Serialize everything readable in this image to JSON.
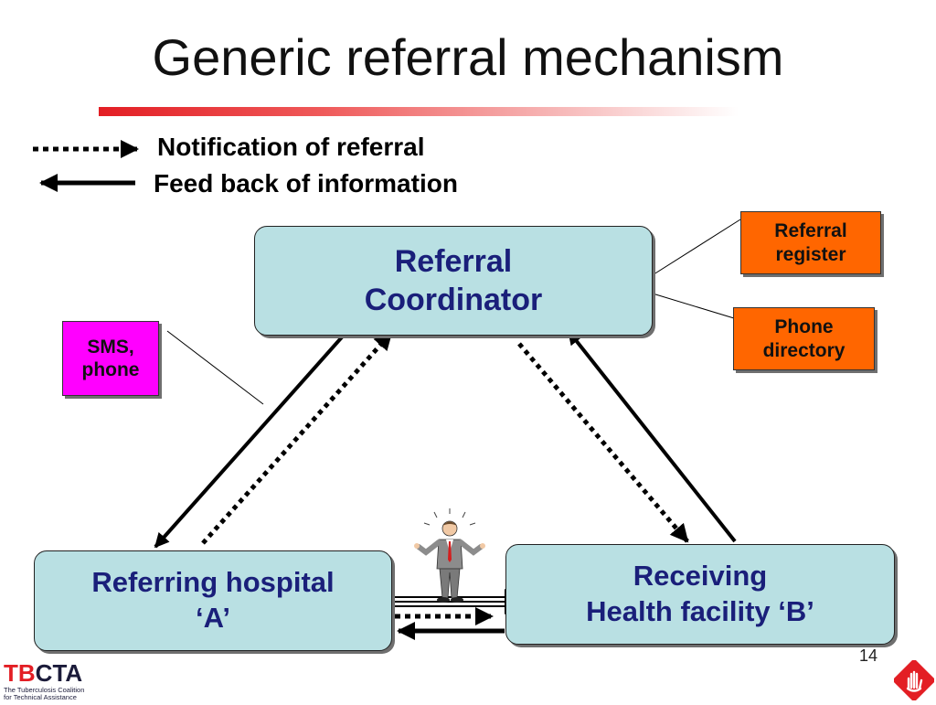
{
  "title": "Generic referral mechanism",
  "legend": {
    "notification_label": "Notification of referral",
    "feedback_label": "Feed back of information"
  },
  "nodes": {
    "coordinator": {
      "line1": "Referral",
      "line2": "Coordinator"
    },
    "referring": {
      "line1": "Referring hospital",
      "line2": "‘A’"
    },
    "receiving": {
      "line1": "Receiving",
      "line2": "Health facility ‘B’"
    }
  },
  "tags": {
    "register": {
      "line1": "Referral",
      "line2": "register",
      "color": "#ff6600"
    },
    "phone_directory": {
      "line1": "Phone",
      "line2": "directory",
      "color": "#ff6600"
    },
    "sms": {
      "line1": "SMS,",
      "line2": "phone",
      "color": "#ff00ff"
    }
  },
  "page_number": "14",
  "logo": {
    "text_tb": "TB",
    "text_cta": "CTA",
    "line1": "The Tuberculosis Coalition",
    "line2": "for Technical Assistance"
  },
  "colors": {
    "node_fill": "#b9e0e3",
    "node_text": "#1a1f7a",
    "accent_red": "#e31e24"
  }
}
